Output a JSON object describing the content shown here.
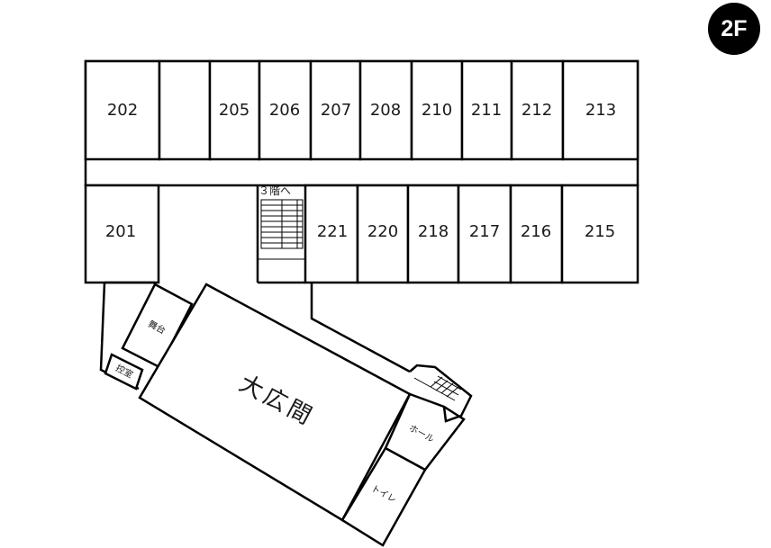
{
  "floor": {
    "label": "2F"
  },
  "rooms": {
    "r202": "202",
    "r205": "205",
    "r206": "206",
    "r207": "207",
    "r208": "208",
    "r210": "210",
    "r211": "211",
    "r212": "212",
    "r213": "213",
    "r201": "201",
    "r221": "221",
    "r220": "220",
    "r218": "218",
    "r217": "217",
    "r216": "216",
    "r215": "215"
  },
  "areas": {
    "hall": "大広間",
    "stage": "舞台",
    "waiting_room": "控室",
    "hall_lobby": "ホール",
    "toilet": "トイレ",
    "stairs_up": "３階へ"
  }
}
